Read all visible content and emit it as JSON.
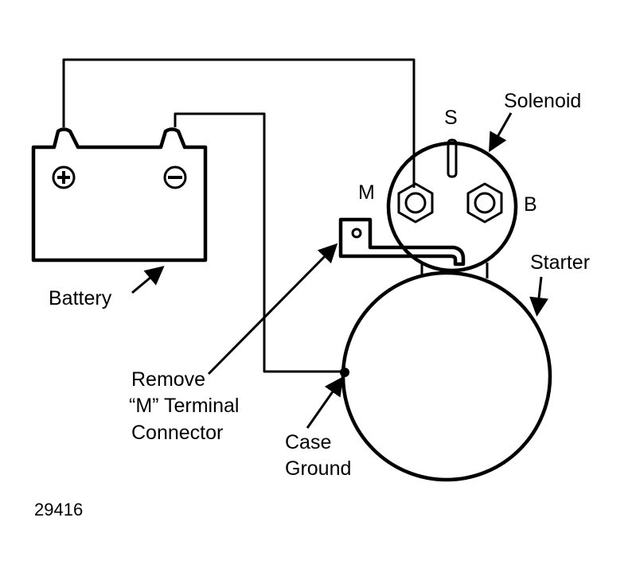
{
  "labels": {
    "solenoid": "Solenoid",
    "s_terminal": "S",
    "m_terminal": "M",
    "b_terminal": "B",
    "starter": "Starter",
    "battery": "Battery",
    "remove_line1": "Remove",
    "remove_line2": "“M” Terminal",
    "remove_line3": "Connector",
    "case_line1": "Case",
    "case_line2": "Ground",
    "figure_number": "29416"
  },
  "colors": {
    "ink": "#000000",
    "background": "#ffffff"
  }
}
